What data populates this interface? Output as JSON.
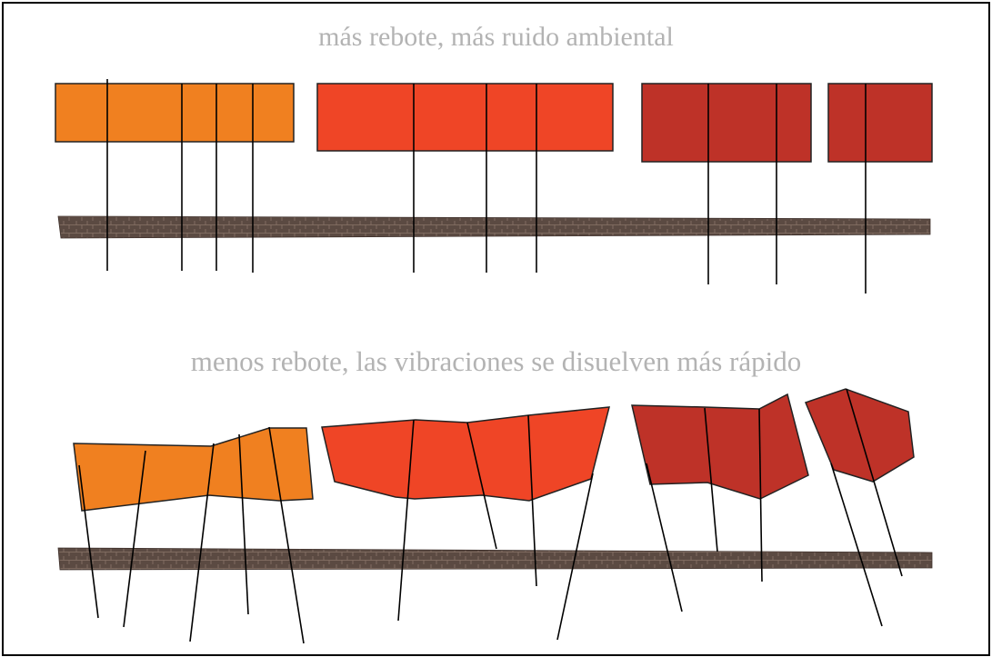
{
  "captions": {
    "top": "más rebote, más ruido ambiental",
    "bottom": "menos rebote, las vibraciones se disuelven más rápido"
  },
  "colors": {
    "orange": "#f08020",
    "red_orange": "#ef4526",
    "dark_red": "#be3228",
    "ground": "#5b4a42",
    "ground_line": "#8a7468",
    "caption": "#b3b3b3",
    "line": "#000000"
  },
  "panels": [
    {
      "name": "top",
      "caption_key": "top",
      "blocks": [
        "orange",
        "red-orange",
        "dark-red",
        "dark-red"
      ]
    },
    {
      "name": "bottom",
      "caption_key": "bottom",
      "blocks": [
        "orange",
        "red-orange",
        "dark-red",
        "dark-red"
      ]
    }
  ]
}
